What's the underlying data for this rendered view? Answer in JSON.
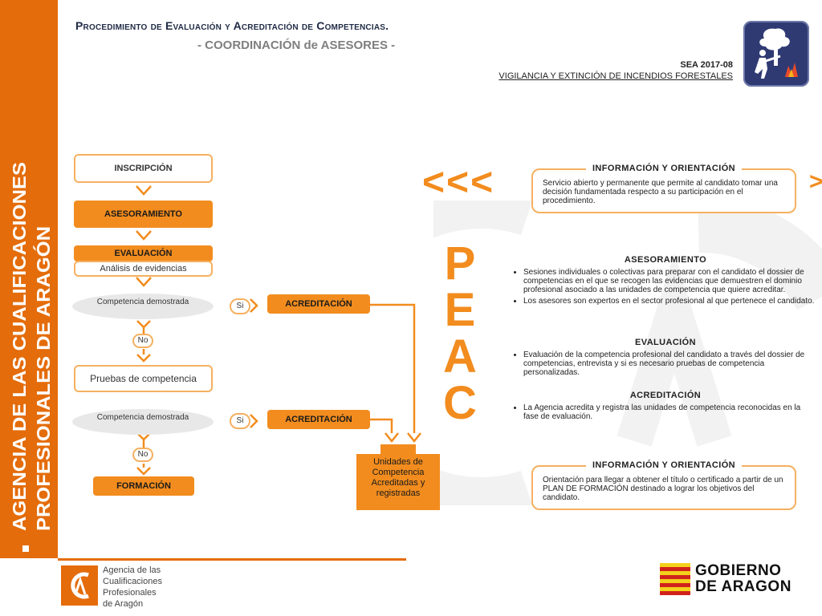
{
  "header": {
    "title": "Procedimiento de Evaluación y Acreditación de Competencias.",
    "subtitle": "- COORDINACIÓN de ASESORES -",
    "code": "SEA 2017-08",
    "specialty": "VIGILANCIA Y EXTINCIÓN DE INCENDIOS FORESTALES"
  },
  "sidebar": {
    "line1": "AGENCIA DE LAS CUALIFICACIONES",
    "line2": "PROFESIONALES DE ARAGÓN",
    "color": "#e46c0a"
  },
  "flow": {
    "inscripcion": "INSCRIPCIÓN",
    "asesoramiento": "ASESORAMIENTO",
    "evaluacion": "EVALUACIÓN",
    "analisis": "Análisis de evidencias",
    "competencia1": "Competencia demostrada",
    "si1": "Si",
    "acreditacion1": "ACREDITACIÓN",
    "no1": "No",
    "pruebas": "Pruebas de competencia",
    "competencia2": "Competencia demostrada",
    "si2": "Si",
    "acreditacion2": "ACREDITACIÓN",
    "no2": "No",
    "formacion": "FORMACIÓN",
    "unidades": "Unidades de Competencia Acreditadas y registradas"
  },
  "peac": {
    "arrows": "<<<",
    "letters": [
      "P",
      "E",
      "A",
      "C"
    ]
  },
  "panel": {
    "info1_title": "INFORMACIÓN Y ORIENTACIÓN",
    "info1_body": "Servicio abierto y permanente que permite al candidato tomar una decisión fundamentada respecto a su participación en el procedimiento.",
    "asesoramiento_title": "ASESORAMIENTO",
    "asesoramiento_items": [
      "Sesiones individuales o colectivas para preparar con el candidato el dossier de competencias en el que se recogen las evidencias que demuestren el dominio profesional asociado a las unidades de competencia que quiere acreditar.",
      "Los asesores son expertos en el sector profesional al que pertenece el candidato."
    ],
    "evaluacion_title": "EVALUACIÓN",
    "evaluacion_items": [
      "Evaluación de la competencia profesional del candidato a través del dossier de competencias, entrevista y si es necesario pruebas de competencia personalizadas."
    ],
    "acreditacion_title": "ACREDITACIÓN",
    "acreditacion_items": [
      "La Agencia acredita y registra las unidades de competencia reconocidas en la fase de evaluación."
    ],
    "info2_title": "INFORMACIÓN Y ORIENTACIÓN",
    "info2_body": "Orientación para llegar a obtener el título o certificado a partir de un PLAN DE FORMACIÓN destinado a lograr los objetivos del candidato."
  },
  "footer": {
    "agency": "Agencia de las\nCualificaciones\nProfesionales\nde Aragón",
    "gobierno_line1": "GOBIERNO",
    "gobierno_line2": "DE ARAGON"
  },
  "colors": {
    "accent": "#e46c0a",
    "box_fill": "#f28c1e",
    "box_border": "#f5b060",
    "header_logo": "#2f3a73"
  }
}
